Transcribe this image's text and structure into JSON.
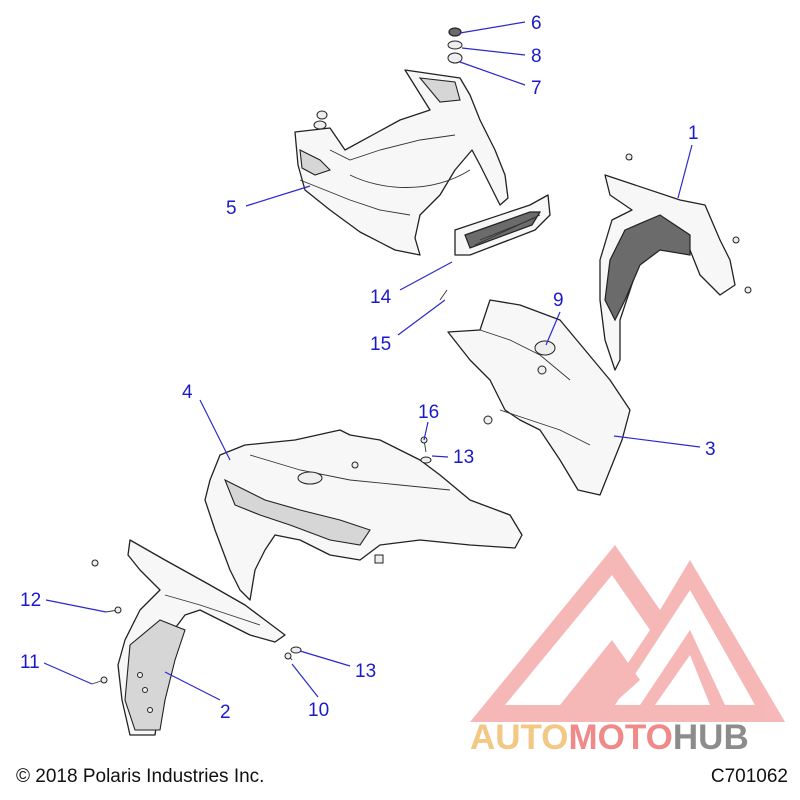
{
  "footer": {
    "copyright": "© 2018 Polaris Industries Inc.",
    "diagram_code": "C701062"
  },
  "watermark": {
    "part1": "AUTO",
    "part2": "MOTO",
    "part3": "HUB",
    "colors": {
      "auto": "#f2c884",
      "moto": "#f08a8a",
      "hub": "#8c8c8c",
      "logo": "#f07a7a"
    }
  },
  "callouts": {
    "c1": "1",
    "c2": "2",
    "c3": "3",
    "c4": "4",
    "c5": "5",
    "c6": "6",
    "c7": "7",
    "c8": "8",
    "c9": "9",
    "c10": "10",
    "c11": "11",
    "c12": "12",
    "c13a": "13",
    "c13b": "13",
    "c14": "14",
    "c15": "15",
    "c16": "16"
  },
  "colors": {
    "callout": "#1a1acc",
    "line": "#222222"
  }
}
